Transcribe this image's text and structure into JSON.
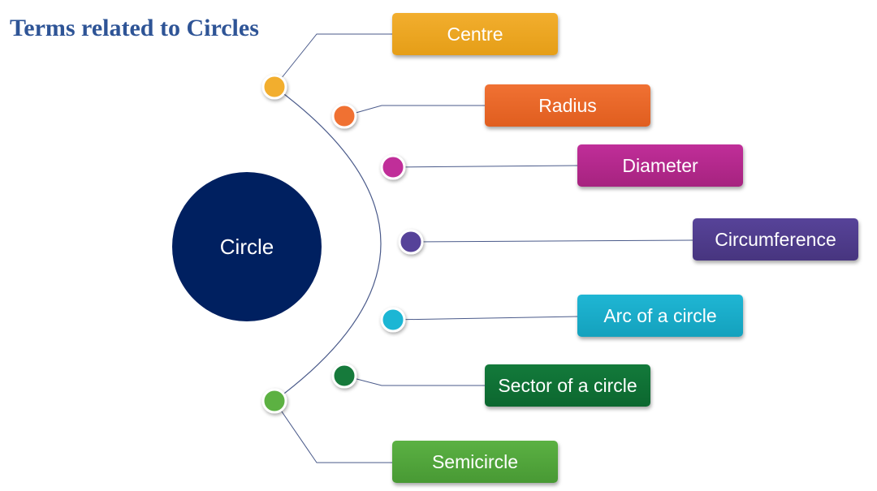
{
  "title": "Terms related to Circles",
  "center_label": "Circle",
  "center_color": "#002060",
  "connector_color": "#4A5A8A",
  "terms": [
    {
      "label": "Centre",
      "color": "#F2AE2E",
      "color_dark": "#E59E17"
    },
    {
      "label": "Radius",
      "color": "#F07133",
      "color_dark": "#E05E1F"
    },
    {
      "label": "Diameter",
      "color": "#C02E99",
      "color_dark": "#A6237F"
    },
    {
      "label": "Circumference",
      "color": "#574399",
      "color_dark": "#47357F"
    },
    {
      "label": "Arc of a circle",
      "color": "#1FB6D4",
      "color_dark": "#14A1BD"
    },
    {
      "label": "Sector of a circle",
      "color": "#137A3B",
      "color_dark": "#0C672F"
    },
    {
      "label": "Semicircle",
      "color": "#5BB143",
      "color_dark": "#489934"
    }
  ]
}
